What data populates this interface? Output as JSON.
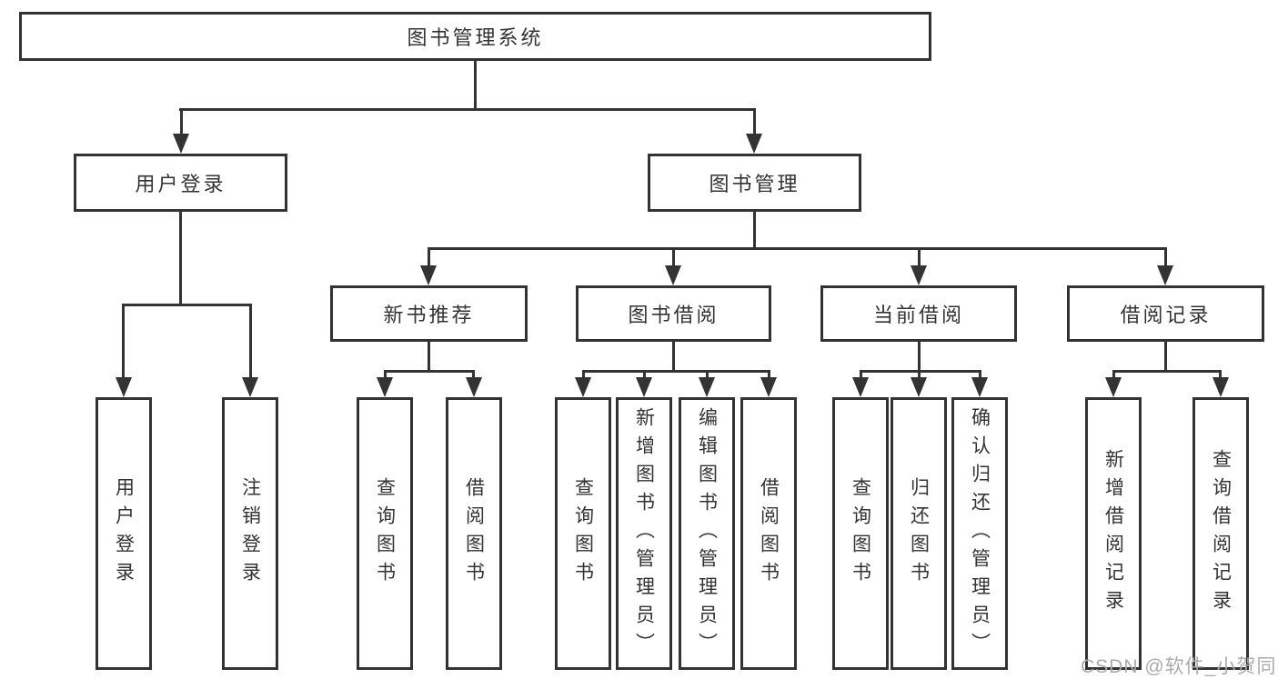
{
  "diagram": {
    "title": "图书管理系统",
    "root": {
      "label": "图书管理系统"
    },
    "level2": [
      {
        "label": "用户登录",
        "children": [
          {
            "label": "用户登录"
          },
          {
            "label": "注销登录"
          }
        ]
      },
      {
        "label": "图书管理",
        "children": [
          {
            "label": "新书推荐",
            "children": [
              {
                "label": "查询图书"
              },
              {
                "label": "借阅图书"
              }
            ]
          },
          {
            "label": "图书借阅",
            "children": [
              {
                "label": "查询图书"
              },
              {
                "label": "新增图书（管理员）"
              },
              {
                "label": "编辑图书（管理员）"
              },
              {
                "label": "借阅图书"
              }
            ]
          },
          {
            "label": "当前借阅",
            "children": [
              {
                "label": "查询图书"
              },
              {
                "label": "归还图书"
              },
              {
                "label": "确认归还（管理员）"
              }
            ]
          },
          {
            "label": "借阅记录",
            "children": [
              {
                "label": "新增借阅记录"
              },
              {
                "label": "查询借阅记录"
              }
            ]
          }
        ]
      }
    ]
  },
  "watermark": {
    "text": "CSDN @软件_小贺同学"
  },
  "colors": {
    "line": "#333333",
    "box_border": "#333333",
    "box_fill": "#ffffff",
    "text": "#333333",
    "watermark": "#ababab",
    "background": "#ffffff"
  }
}
